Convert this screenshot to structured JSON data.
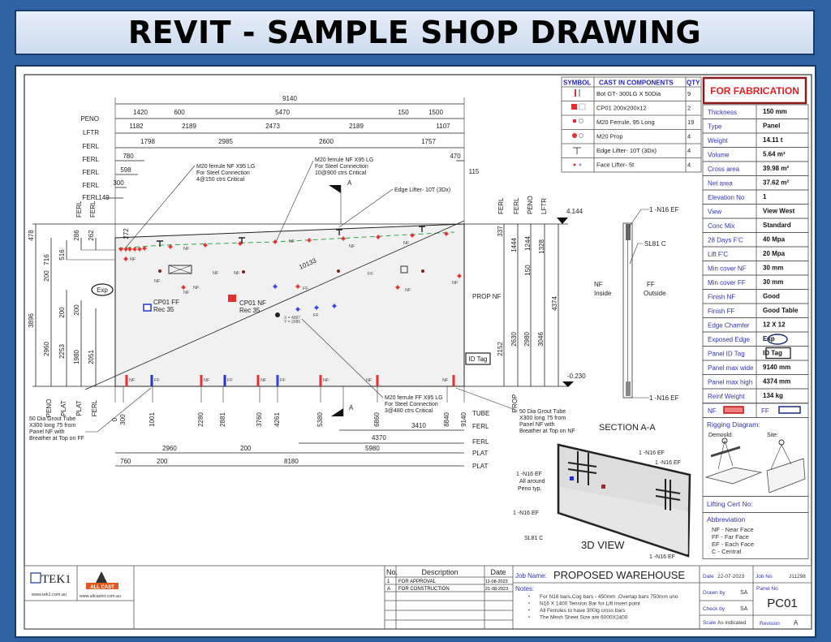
{
  "title": "REVIT - SAMPLE SHOP DRAWING",
  "components": {
    "headers": [
      "SYMBOL",
      "CAST IN COMPONENTS",
      "QTY"
    ],
    "rows": [
      {
        "name": "Bot GT- 300LG X 50Dia",
        "qty": "9"
      },
      {
        "name": "CP01  200x200x12",
        "qty": "2"
      },
      {
        "name": "M20 Ferrule,  95 Long",
        "qty": "19"
      },
      {
        "name": "M20 Prop",
        "qty": "4"
      },
      {
        "name": "Edge Lifter- 10T (3Dx)",
        "qty": "4"
      },
      {
        "name": "Face Lifter- 5t",
        "qty": "4"
      }
    ]
  },
  "properties": {
    "status": "FOR FABRICATION",
    "rows": [
      {
        "label": "Thickness",
        "value": "150 mm"
      },
      {
        "label": "Type",
        "value": "Panel"
      },
      {
        "label": "Weight",
        "value": "14.11 t"
      },
      {
        "label": "Volume",
        "value": "5.64 m³"
      },
      {
        "label": "Cross area",
        "value": "39.98 m²"
      },
      {
        "label": "Net area",
        "value": "37.62 m²"
      },
      {
        "label": "Elevation No",
        "value": "1"
      },
      {
        "label": "View",
        "value": "View West"
      },
      {
        "label": "Conc  Mix",
        "value": "Standard"
      },
      {
        "label": "28 Days F'C",
        "value": "40 Mpa"
      },
      {
        "label": "Lift F'C",
        "value": "20 Mpa"
      },
      {
        "label": "Min cover  NF",
        "value": "30 mm"
      },
      {
        "label": "Min cover  FF",
        "value": "30 mm"
      },
      {
        "label": "Finish NF",
        "value": "Good"
      },
      {
        "label": "Finish FF",
        "value": "Good Table"
      },
      {
        "label": "Edge Chamfer",
        "value": "12 X 12"
      },
      {
        "label": "Exposed Edge",
        "value": "Exp"
      },
      {
        "label": "Panel ID Tag",
        "value": "ID Tag"
      },
      {
        "label": "Panel max wide",
        "value": "9140 mm"
      },
      {
        "label": "Panel max high",
        "value": "4374 mm"
      },
      {
        "label": "Reinf Weight",
        "value": "134 kg"
      }
    ],
    "nf_label": "NF",
    "ff_label": "FF",
    "nf_color": "#e85050",
    "ff_color": "#1a2a7a",
    "rigging_title": "Rigging Diagram:",
    "demould": "Demould:",
    "site": "Site:",
    "lifting_cert": "Lifting  Cert No:",
    "abbrev_title": "Abbreviation",
    "abbreviations": [
      "NF  - Near Face",
      "FF  - Far Face",
      "EF  - Each Face",
      "C    - Central"
    ]
  },
  "drawing": {
    "top_dims": {
      "overall": "9140",
      "rows": [
        {
          "label": "PENO",
          "values": [
            "1420",
            "600",
            "5470",
            "150",
            "1500"
          ]
        },
        {
          "label": "LFTR",
          "values": [
            "1182",
            "2189",
            "2473",
            "2189",
            "1107"
          ]
        },
        {
          "label": "FERL",
          "values": [
            "1798",
            "2985",
            "2600",
            "1757"
          ]
        },
        {
          "label": "FERL",
          "values": [
            "780",
            "470"
          ]
        },
        {
          "label": "FERL",
          "values": [
            "598",
            "115"
          ]
        },
        {
          "label": "FERL",
          "values": [
            "300"
          ]
        },
        {
          "label": "FERL",
          "values": [
            "149"
          ]
        }
      ]
    },
    "left_dims": [
      "478",
      "716",
      "516",
      "286",
      "262",
      "272",
      "200",
      "200",
      "200",
      "3896",
      "2960",
      "2253",
      "1980",
      "2051"
    ],
    "left_labels_top": [
      "FERL",
      "FERL"
    ],
    "left_labels_bottom": [
      "PENO",
      "PLAT",
      "PLAT",
      "FERL"
    ],
    "right_labels_top": [
      "FERL",
      "FERL",
      "PENO",
      "LFTR"
    ],
    "right_dims": [
      "337",
      "1444",
      "1244",
      "1328",
      "150",
      "2152",
      "2630",
      "2980",
      "3046",
      "4374"
    ],
    "levels": [
      "4.144",
      "-0.230"
    ],
    "prop_nf": "PROP NF",
    "prop": "PROP",
    "id_tag": "ID Tag",
    "exp": "Exp",
    "diagonal": "10133",
    "point_x": "X = 4887",
    "point_y": "Y = 2086",
    "cp01_ff": [
      "CP01 FF",
      "Rec 35"
    ],
    "cp01_nf": [
      "CP01 NF",
      "Rec 35"
    ],
    "nf": "NF",
    "ff": "FF",
    "section_mark": "A",
    "bottom_ticks": [
      "0",
      "300",
      "1001",
      "2280",
      "2881",
      "3760",
      "4261",
      "5380",
      "6860",
      "8840",
      "9140"
    ],
    "bottom_labels": [
      "TUBE",
      "FERL",
      "FERL",
      "PLAT",
      "PLAT"
    ],
    "bottom_dims": {
      "ferl1": "3410",
      "ferl2": "4370",
      "plat1": [
        "2960",
        "200",
        "5980"
      ],
      "plat2": [
        "760",
        "200",
        "8180"
      ]
    },
    "callouts": {
      "ferrule_nf_1": [
        "M20 ferrule NF  X95 LG",
        "For Steel Connection",
        "4@150 ctrs Critical"
      ],
      "ferrule_nf_2": [
        "M20 ferrule NF  X95 LG",
        "For Steel Connection",
        "10@900 ctrs Critical"
      ],
      "edge_lifter": "Edge Lifter- 10T (3Dx)",
      "ferrule_ff": [
        "M20 ferrule FF  X95 LG",
        "For Steel Connection",
        "3@480 ctrs Critical"
      ],
      "grout_ff": [
        "50 Dia Grout Tube",
        "X300 long 75 from",
        "Panel NF with",
        "Breather at Top on  FF"
      ],
      "grout_nf": [
        "50 Dia Grout Tube",
        "X300 long 75 from",
        "Panel NF with",
        "Breather at Top on  NF"
      ]
    },
    "section": {
      "title": "SECTION A-A",
      "n16_top": "1 -N16 EF",
      "sl81": "SL81 C",
      "n16_bot": "1 -N16 EF",
      "nf": [
        "NF",
        "Inside"
      ],
      "ff": [
        "FF",
        "Outside"
      ]
    },
    "view3d": {
      "title": "3D VIEW",
      "labels": [
        "1 -N16 EF",
        "1 -N16 EF",
        "1 -N16 EF",
        "All around",
        "Peno typ.",
        "1 -N16 EF",
        "SL81 C",
        "1 -N16 EF"
      ]
    }
  },
  "title_block": {
    "logo1": "TEK1",
    "logo1_url": "www.tek1.com.au",
    "logo2": "ALL CAST",
    "logo2_url": "www.allcastnt.com.au",
    "rev_headers": [
      "No.",
      "Description",
      "Date"
    ],
    "revisions": [
      {
        "no": "1",
        "desc": "FOR APPROVAL",
        "date": "11-08-2023"
      },
      {
        "no": "A",
        "desc": "FOR CONSTRUCTION",
        "date": "21-08-2023"
      }
    ],
    "job_name_label": "Job Name:",
    "job_name": "PROPOSED WAREHOUSE",
    "notes_label": "Notes:",
    "notes": [
      "For N16 bars,Cog bars - 450mm ,Overlap bars 750mm uno",
      "N16 X 1400 Tension Bar for Lift insert point",
      "All Ferrules to have 300lg cross bars",
      "The Mesh Sheet Size are 6000X2400"
    ],
    "date_label": "Date",
    "date": "22-07-2023",
    "job_no_label": "Job No",
    "job_no": "J11298",
    "drawn_label": "Drawn by",
    "drawn": "SA",
    "check_label": "Check by",
    "check": "SA",
    "scale_label": "Scale",
    "scale": "As indicated",
    "panel_no_label": "Panel No",
    "panel_no": "PC01",
    "revision_label": "Revision",
    "revision": "A"
  }
}
